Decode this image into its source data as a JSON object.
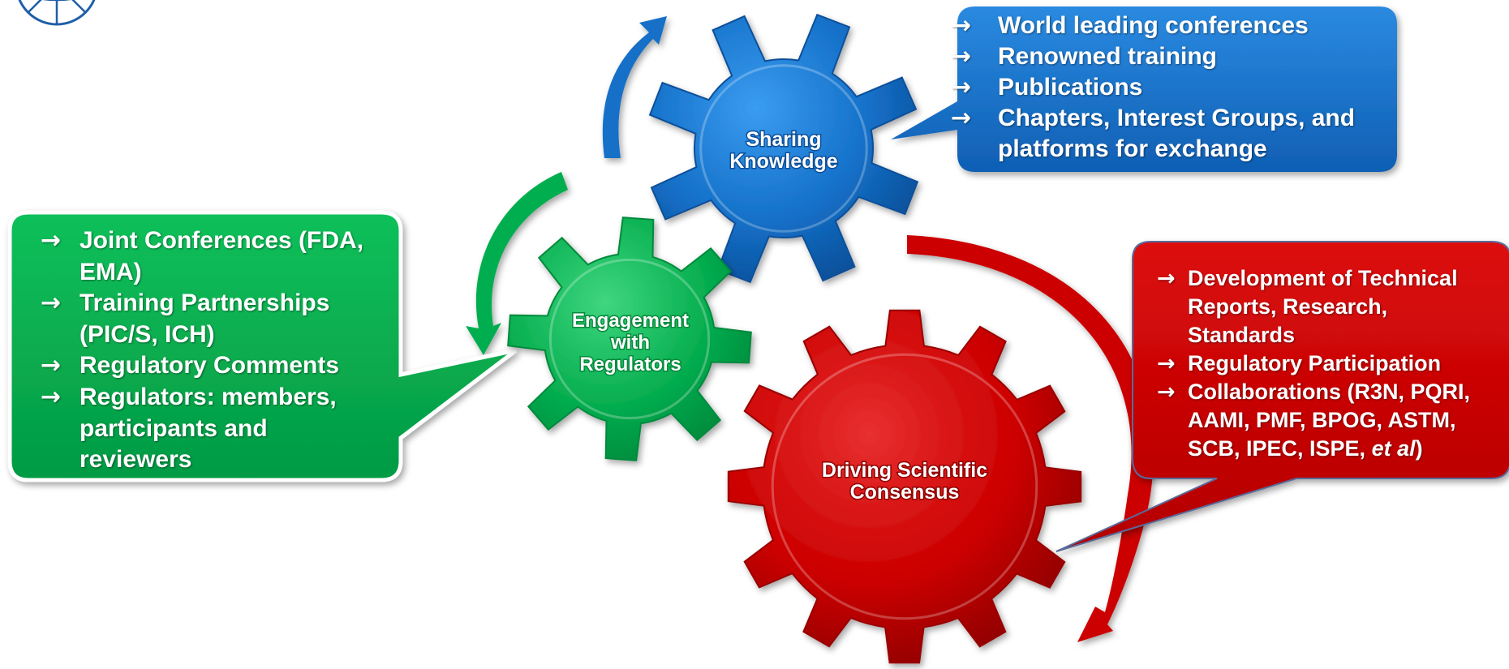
{
  "colors": {
    "blue": "#1470c8",
    "blue_dark": "#0b4f99",
    "green": "#06ae4f",
    "green_dark": "#048a3c",
    "red": "#cc0000",
    "red_dark": "#990000",
    "callout_border": "#ffffff"
  },
  "logo_icon": "globe-logo-icon",
  "gears": {
    "sharing": {
      "line1": "Sharing",
      "line2": "Knowledge"
    },
    "engagement": {
      "line1": "Engagement",
      "line2": "with",
      "line3": "Regulators"
    },
    "driving": {
      "line1": "Driving Scientific",
      "line2": "Consensus"
    }
  },
  "callouts": {
    "blue": {
      "arrow": "→",
      "items": [
        {
          "line1": "World leading conferences"
        },
        {
          "line1": "Renowned training"
        },
        {
          "line1": "Publications"
        },
        {
          "line1": "Chapters, Interest Groups, and",
          "line2": "platforms for exchange"
        }
      ]
    },
    "green": {
      "arrow": "→",
      "items": [
        {
          "line1": "Joint Conferences (FDA,",
          "line2": "EMA)"
        },
        {
          "line1": "Training Partnerships",
          "line2": "(PIC/S, ICH)"
        },
        {
          "line1": "Regulatory Comments"
        },
        {
          "line1": "Regulators: members,",
          "line2": "participants and",
          "line3": "reviewers"
        }
      ]
    },
    "red": {
      "arrow": "→",
      "items": [
        {
          "line1": "Development of Technical",
          "line2": "Reports, Research,",
          "line3": "Standards"
        },
        {
          "line1": "Regulatory Participation"
        },
        {
          "line1": "Collaborations (R3N, PQRI,",
          "line2": "AAMI, PMF, BPOG, ASTM,",
          "line3": "SCB, IPEC, ISPE, ",
          "line3_italic": "et al",
          "line3_end": ")"
        }
      ]
    }
  }
}
